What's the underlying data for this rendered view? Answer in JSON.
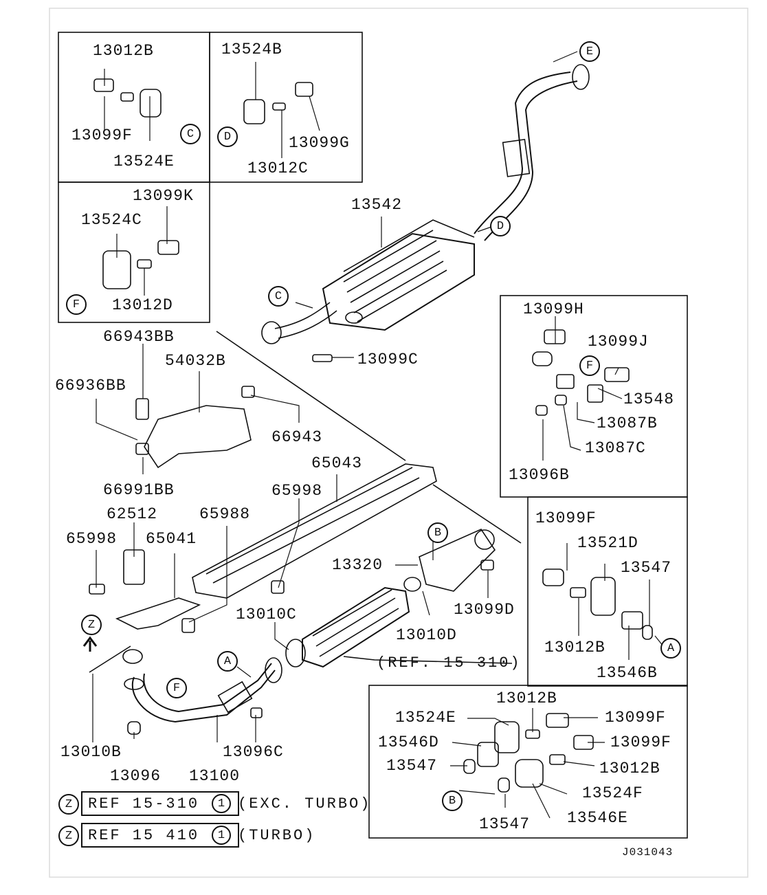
{
  "parts": {
    "p13012B_a": "13012B",
    "p3099F": "13099F",
    "p13524E_a": "13524E",
    "p13524B": "13524B",
    "p13099G": "13099G",
    "p13012C": "13012C",
    "p13099K": "13099K",
    "p13524C": "13524C",
    "p13012D": "13012D",
    "p13542": "13542",
    "p13099C": "13099C",
    "p66943BB": "66943BB",
    "p54032B": "54032B",
    "p66936BB": "66936BB",
    "p66943": "66943",
    "p66991BB": "66991BB",
    "p65043": "65043",
    "p65998_a": "65998",
    "p62512": "62512",
    "p65988": "65988",
    "p65998_b": "65998",
    "p65041": "65041",
    "p13320": "13320",
    "p13099D": "13099D",
    "p13010C": "13010C",
    "p13010D": "13010D",
    "p13010B": "13010B",
    "p13096_a": "13096",
    "p13100": "13100",
    "p13096C": "13096C",
    "p13099H": "13099H",
    "p13099J": "13099J",
    "p13548": "13548",
    "p13087B": "13087B",
    "p13087C": "13087C",
    "p13096B": "13096B",
    "p13099F_r": "13099F",
    "p13521D": "13521D",
    "p13547_r": "13547",
    "p13012B_r": "13012B",
    "p13546B": "13546B",
    "p13012B_b": "13012B",
    "p13524E_b": "13524E",
    "p13099F_b1": "13099F",
    "p13546D": "13546D",
    "p13099F_b2": "13099F",
    "p13547_b1": "13547",
    "p13012B_b2": "13012B",
    "p13524F": "13524F",
    "p13547_b2": "13547",
    "p13546E": "13546E"
  },
  "refs": {
    "ref_cat": "(REF. 15 310)",
    "ref_exc": "REF 15-310",
    "exc_note": "(EXC. TURBO)",
    "ref_turbo": "REF 15 410",
    "turbo_note": "(TURBO)",
    "one": "1",
    "z": "Z"
  },
  "circles": {
    "A": "A",
    "B": "B",
    "C": "C",
    "D": "D",
    "E": "E",
    "F": "F",
    "Z": "Z"
  },
  "drawing_id": "J031043"
}
